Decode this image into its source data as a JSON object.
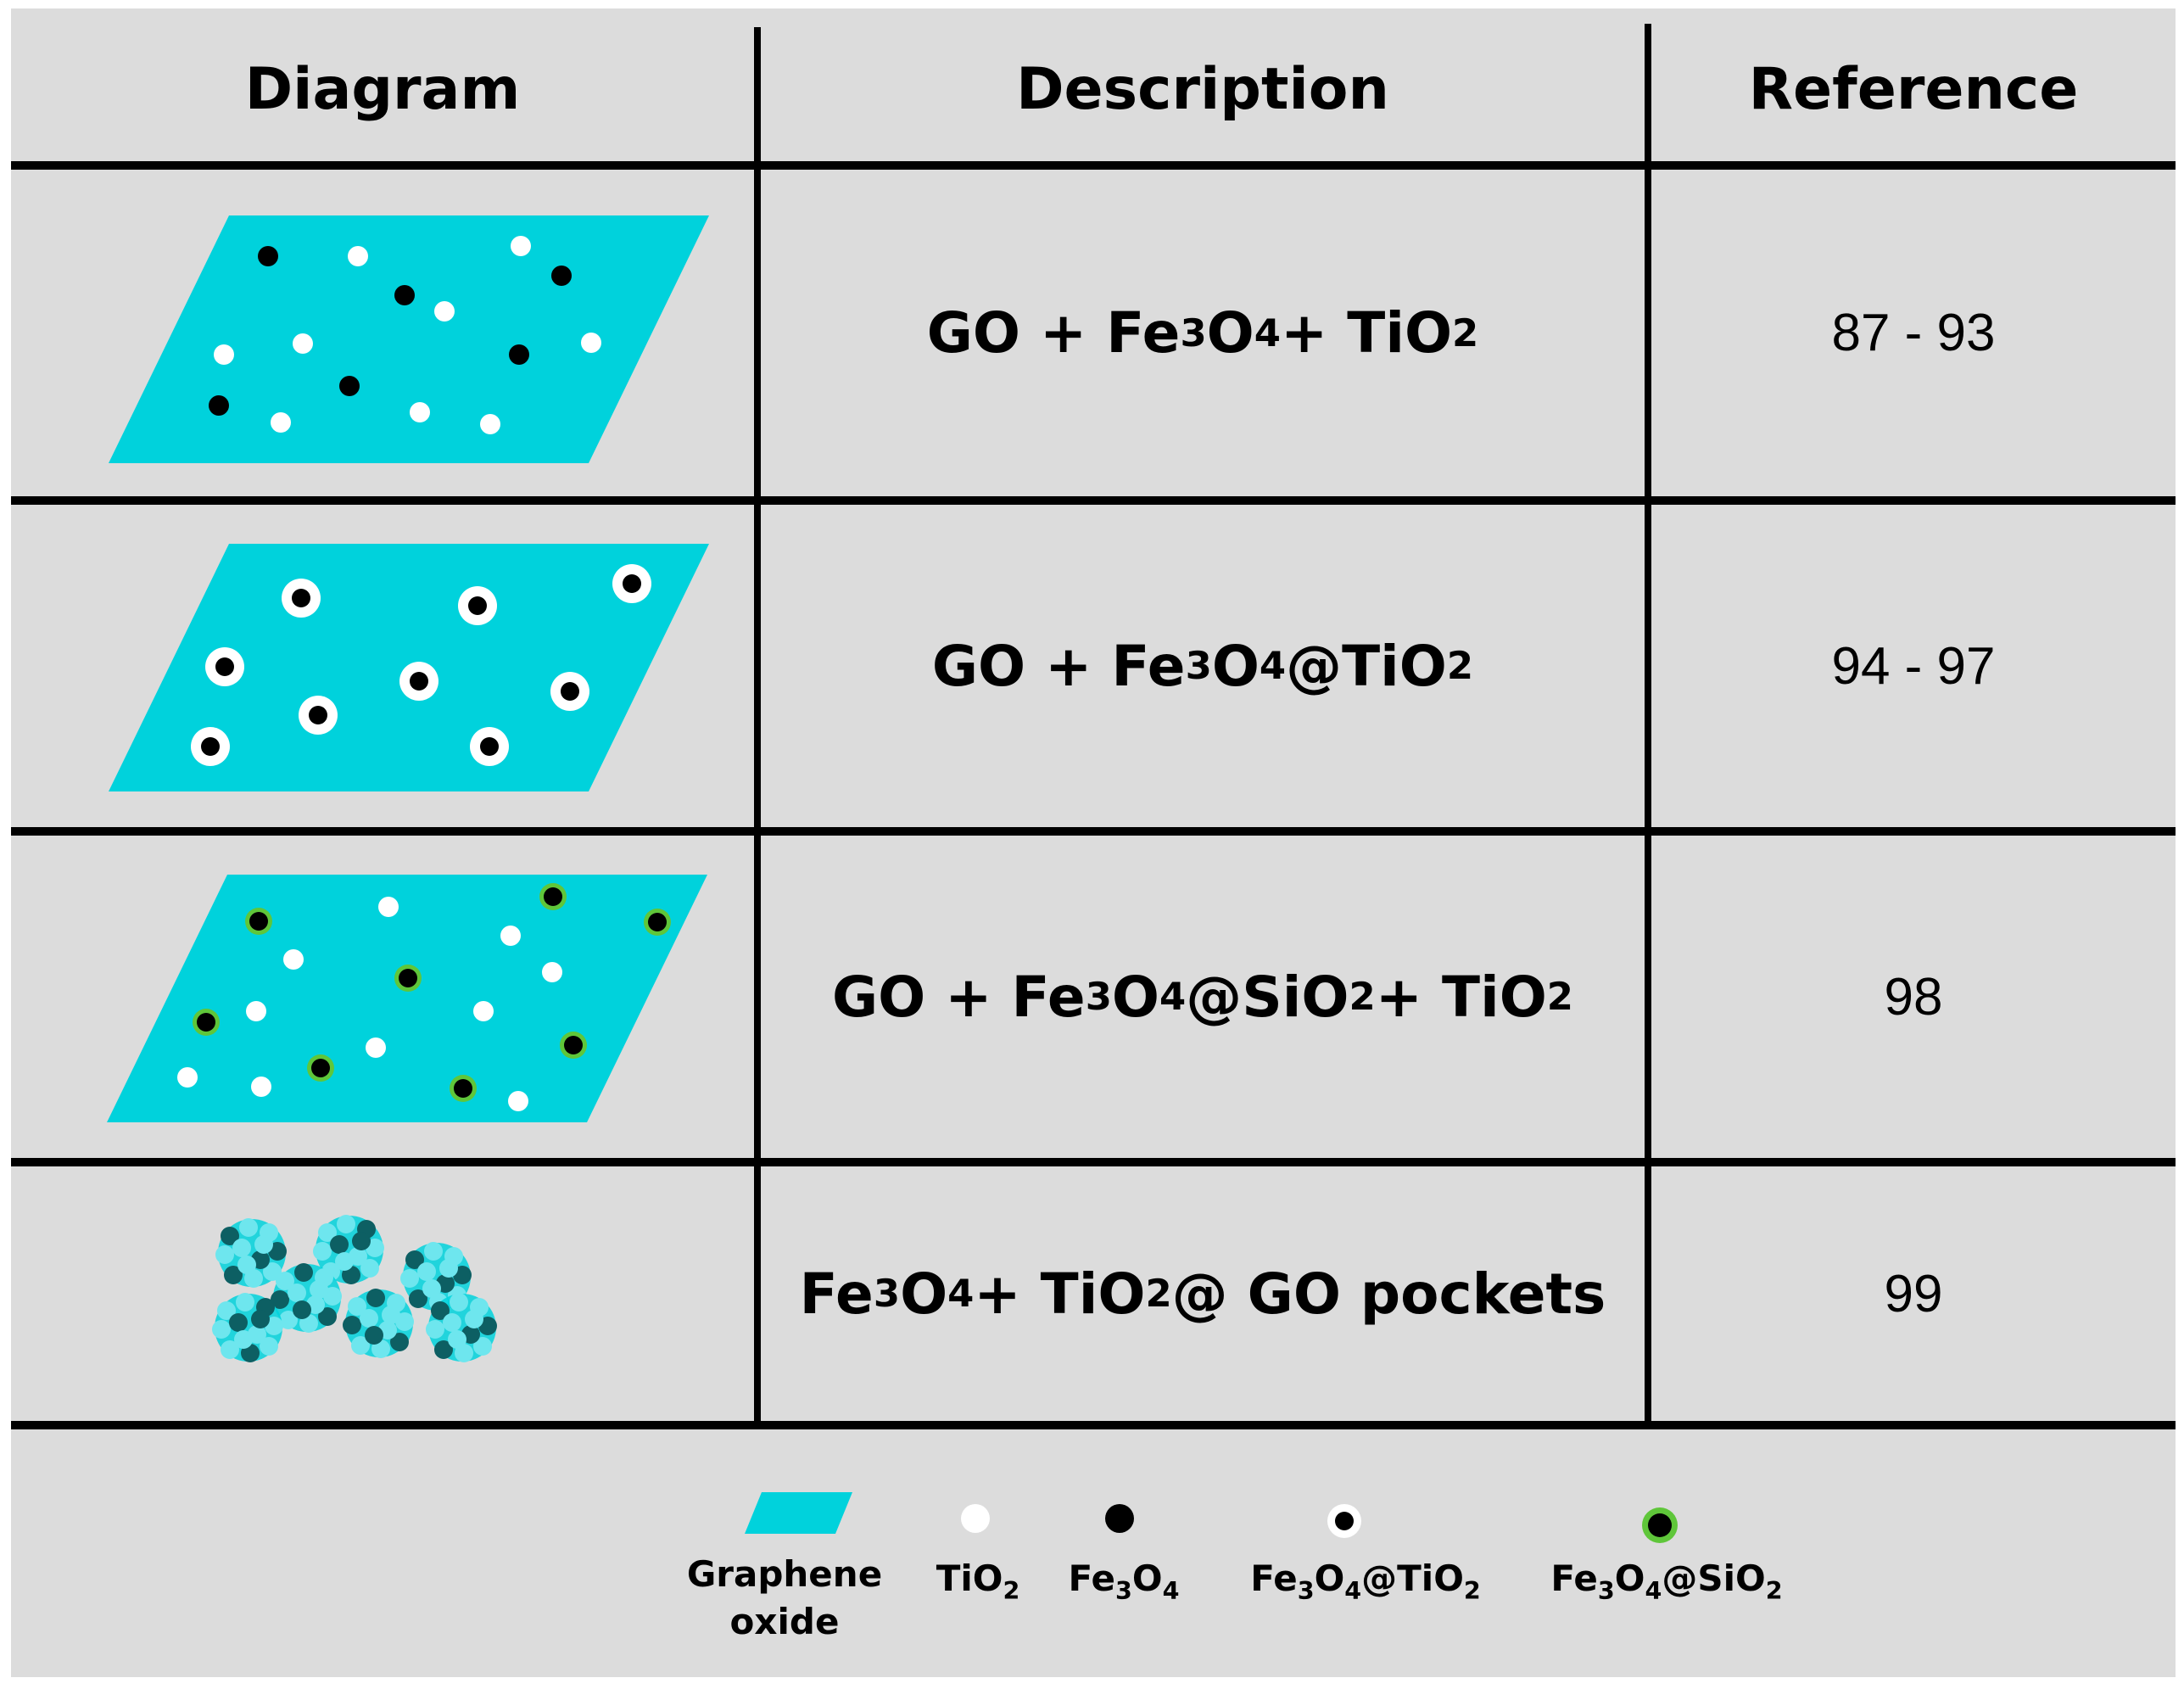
{
  "table": {
    "headers": {
      "diagram": "Diagram",
      "description": "Description",
      "reference": "Reference"
    },
    "rows": [
      {
        "desc": {
          "a": "GO  + Fe",
          "s1": "3",
          "b": "O",
          "s2": "4",
          "c": " + TiO",
          "s3": "2"
        },
        "ref": "87 - 93"
      },
      {
        "desc": {
          "a": "GO  + Fe",
          "s1": "3",
          "b": "O",
          "s2": "4",
          "c": "@TiO",
          "s3": "2"
        },
        "ref": "94 - 97"
      },
      {
        "desc": {
          "a": "GO  + Fe",
          "s1": "3",
          "b": "O",
          "s2": "4",
          "c": "@SiO",
          "s3": "2",
          "d": " + TiO",
          "s4": "2"
        },
        "ref": "98"
      },
      {
        "desc": {
          "a": "Fe",
          "s1": "3",
          "b": "O",
          "s2": "4",
          "c": " + TiO",
          "s3": "2",
          "d": "  @ GO pockets"
        },
        "ref": "99"
      }
    ]
  },
  "legend": {
    "go": {
      "line1": "Graphene",
      "line2": "oxide"
    },
    "tio2": {
      "a": "TiO",
      "s1": "2"
    },
    "fe3o4": {
      "a": "Fe",
      "s1": "3",
      "b": "O",
      "s2": "4"
    },
    "fe3o4_tio2": {
      "a": "Fe",
      "s1": "3",
      "b": "O",
      "s2": "4",
      "c": "@TiO",
      "s3": "2"
    },
    "fe3o4_sio2": {
      "a": "Fe",
      "s1": "3",
      "b": "O",
      "s2": "4",
      "c": "@SiO",
      "s3": "2"
    }
  },
  "colors": {
    "graphene_oxide": "#00d2dc",
    "tio2": "#ffffff",
    "fe3o4": "#000000",
    "sio2_shell": "#5fc63a",
    "panel_background": "#dcdcdc",
    "pocket_light": "#6ee6ee",
    "pocket_dark": "#0d5f63"
  }
}
